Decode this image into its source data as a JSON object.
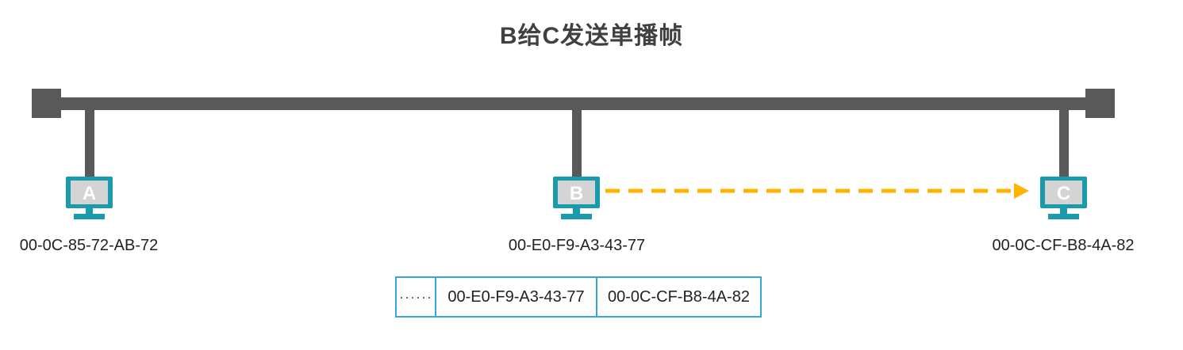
{
  "title": "B给C发送单播帧",
  "hosts": [
    {
      "letter": "A",
      "mac": "00-0C-85-72-AB-72"
    },
    {
      "letter": "B",
      "mac": "00-E0-F9-A3-43-77"
    },
    {
      "letter": "C",
      "mac": "00-0C-CF-B8-4A-82"
    }
  ],
  "frame": {
    "padding": "······",
    "source_mac": "00-E0-F9-A3-43-77",
    "destination_mac": "00-0C-CF-B8-4A-82"
  },
  "colors": {
    "bus": "#595959",
    "host_border": "#1a9bab",
    "host_screen": "#d4d4d4",
    "arrow": "#ffb300",
    "frame_border": "#3aa6d6"
  }
}
